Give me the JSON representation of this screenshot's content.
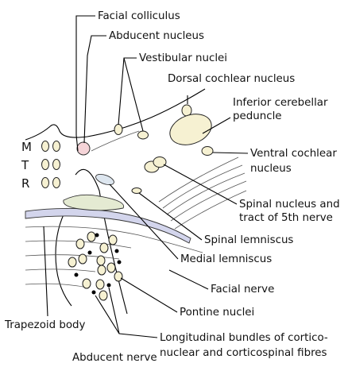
{
  "diagram": {
    "labels": {
      "facial_colliculus": "Facial colliculus",
      "abducent_nucleus": "Abducent nucleus",
      "vestibular_nuclei": "Vestibular nuclei",
      "dorsal_cochlear_nucleus": "Dorsal cochlear nucleus",
      "inferior_cerebellar_peduncle_1": "Inferior cerebellar",
      "inferior_cerebellar_peduncle_2": "peduncle",
      "ventral_cochlear_nucleus_1": "Ventral cochlear",
      "ventral_cochlear_nucleus_2": "nucleus",
      "spinal_nucleus_1": "Spinal nucleus and",
      "spinal_nucleus_2": "tract of 5th nerve",
      "spinal_lemniscus": "Spinal lemniscus",
      "medial_lemniscus": "Medial lemniscus",
      "facial_nerve": "Facial nerve",
      "pontine_nuclei": "Pontine nuclei",
      "trapezoid_body": "Trapezoid body",
      "longitudinal_1": "Longitudinal bundles of cortico-",
      "longitudinal_2": "nuclear and corticospinal fibres",
      "abducent_nerve": "Abducent nerve"
    },
    "column_letters": [
      "M",
      "T",
      "R"
    ],
    "colors": {
      "nucleus_fill": "#f6f1d2",
      "abducent_nucleus_fill": "#f5d4d8",
      "lemniscus_fill": "#dde6ef",
      "trapezoid_fill": "#d3d5ec",
      "spinal_5th_fill": "#e4ead2"
    }
  }
}
